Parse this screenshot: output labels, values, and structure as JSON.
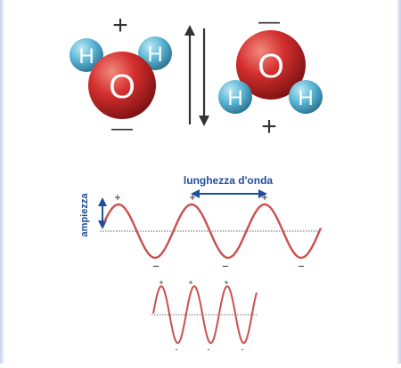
{
  "molecule_left": {
    "atoms": [
      "H",
      "O",
      "H"
    ],
    "charge_top": "+",
    "charge_bottom": "—"
  },
  "molecule_right": {
    "atoms": [
      "O",
      "H",
      "H"
    ],
    "charge_top": "—",
    "charge_bottom": "+"
  },
  "wave_large": {
    "wavelength_label": "lunghezza d'onda",
    "amplitude_label": "ampiezza",
    "plus_signs": [
      "+",
      "+",
      "+"
    ],
    "minus_signs": [
      "−",
      "−",
      "−"
    ]
  },
  "wave_small": {
    "plus_signs": [
      "+",
      "+",
      "+"
    ],
    "minus_signs": [
      "-",
      "-",
      "-"
    ]
  },
  "colors": {
    "oxygen": "#d42f2f",
    "hydrogen": "#5bb7d6",
    "wave": "#c9504f",
    "arrow_blue": "#1f4e9e",
    "axis": "#555555"
  }
}
